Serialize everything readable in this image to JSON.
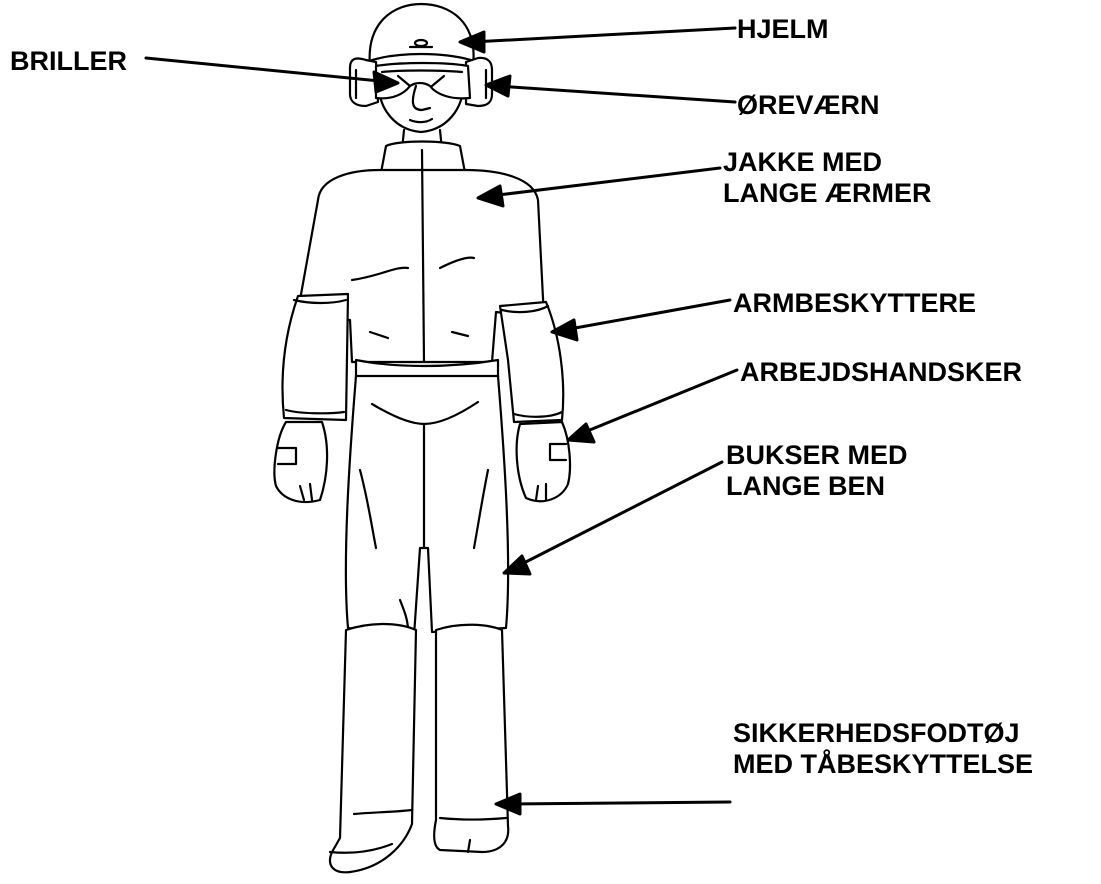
{
  "labels": {
    "briller": "BRILLER",
    "hjelm": "HJELM",
    "orevaern": "ØREVÆRN",
    "jakke": {
      "line1": "JAKKE MED",
      "line2": "LANGE ÆRMER"
    },
    "armbeskyttere": "ARMBESKYTTERE",
    "arbejdshandsker": "ARBEJDSHANDSKER",
    "bukser": {
      "line1": "BUKSER MED",
      "line2": "LANGE BEN"
    },
    "sikkerhedsfodtoj": {
      "line1": "SIKKERHEDSFODTØJ",
      "line2": "MED TÅBESKYTTELSE"
    }
  },
  "colors": {
    "ink": "#000000",
    "background": "#ffffff"
  }
}
